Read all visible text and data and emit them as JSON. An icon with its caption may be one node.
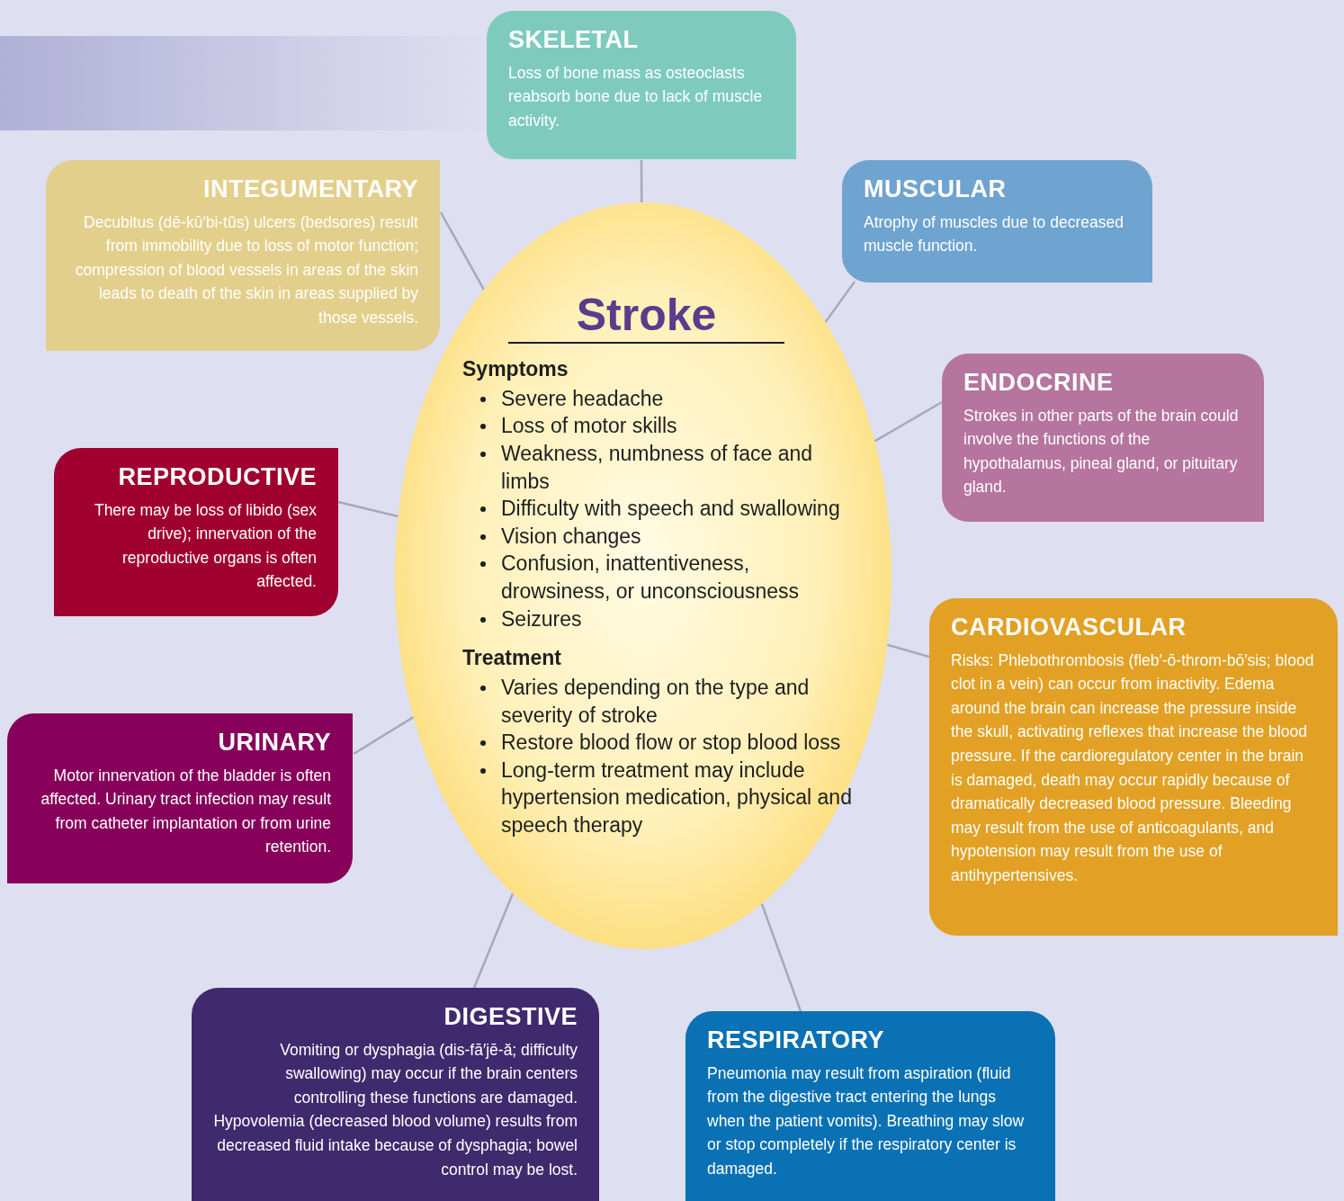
{
  "diagram": {
    "nodes": [
      {
        "text": [
          "Stroke",
          "Symptoms",
          "Severe headache",
          "Loss of motor skills",
          "Weakness, numbness of face and limbs",
          "Difficulty with speech and swallowing",
          "Vision changes",
          "Confusion, inattentiveness, drowsiness, or unconsciousness",
          "Seizures",
          "Treatment",
          "Varies depending on the type and severity of stroke",
          "Restore blood flow or stop blood loss",
          "Long-term treatment may include hypertension medication, physical and speech therapy"
        ]
      },
      {
        "text": [
          "SKELETAL",
          "Loss of bone mass as osteoclasts reabsorb bone due to lack of muscle activity."
        ]
      },
      {
        "text": [
          "INTEGUMENTARY",
          "Decubitus (dē-kū′bi-tŭs) ulcers (bedsores) result from immobility due to loss of motor function; compression of blood vessels in areas of the skin leads to death of the skin in areas supplied by those vessels."
        ]
      },
      {
        "text": [
          "MUSCULAR",
          "Atrophy of muscles due to decreased muscle function."
        ]
      },
      {
        "text": [
          "ENDOCRINE",
          "Strokes in other parts of the brain could involve the functions of the hypothalamus, pineal gland, or pituitary gland."
        ]
      },
      {
        "text": [
          "REPRODUCTIVE",
          "There may be loss of libido (sex drive); innervation of the reproductive organs is often affected."
        ]
      },
      {
        "text": [
          "CARDIOVASCULAR",
          "Risks: Phlebothrombosis (fleb′-ō-throm-bō′sis; blood clot in a vein) can occur from inactivity. Edema around the brain can increase the pressure inside the skull, activating reflexes that increase the blood pressure. If the cardioregulatory center in the brain is damaged, death may occur rapidly because of dramatically decreased blood pressure. Bleeding may result from the use of anticoagulants, and hypotension may result from the use of antihypertensives."
        ]
      },
      {
        "text": [
          "URINARY",
          "Motor innervation of the bladder is often affected. Urinary tract infection may result from catheter implantation or from urine retention."
        ]
      },
      {
        "text": [
          "DIGESTIVE",
          "Vomiting or dysphagia (dis-fā′jē-ă; difficulty swallowing) may occur if the brain centers controlling these functions are damaged. Hypovolemia (decreased blood volume) results from decreased fluid intake because of dysphagia; bowel control may be lost."
        ]
      },
      {
        "text": [
          "RESPIRATORY",
          "Pneumonia may result from aspiration (fluid from the digestive tract entering the lungs when the patient vomits). Breathing may slow or stop completely if the respiratory center is damaged."
        ]
      }
    ],
    "edges": [
      {
        "from": 0,
        "to": 1,
        "arrow": "none"
      },
      {
        "from": 0,
        "to": 2,
        "arrow": "none"
      },
      {
        "from": 0,
        "to": 3,
        "arrow": "none"
      },
      {
        "from": 0,
        "to": 4,
        "arrow": "none"
      },
      {
        "from": 0,
        "to": 5,
        "arrow": "none"
      },
      {
        "from": 0,
        "to": 6,
        "arrow": "none"
      },
      {
        "from": 0,
        "to": 7,
        "arrow": "none"
      },
      {
        "from": 0,
        "to": 8,
        "arrow": "none"
      },
      {
        "from": 0,
        "to": 9,
        "arrow": "none"
      }
    ]
  }
}
